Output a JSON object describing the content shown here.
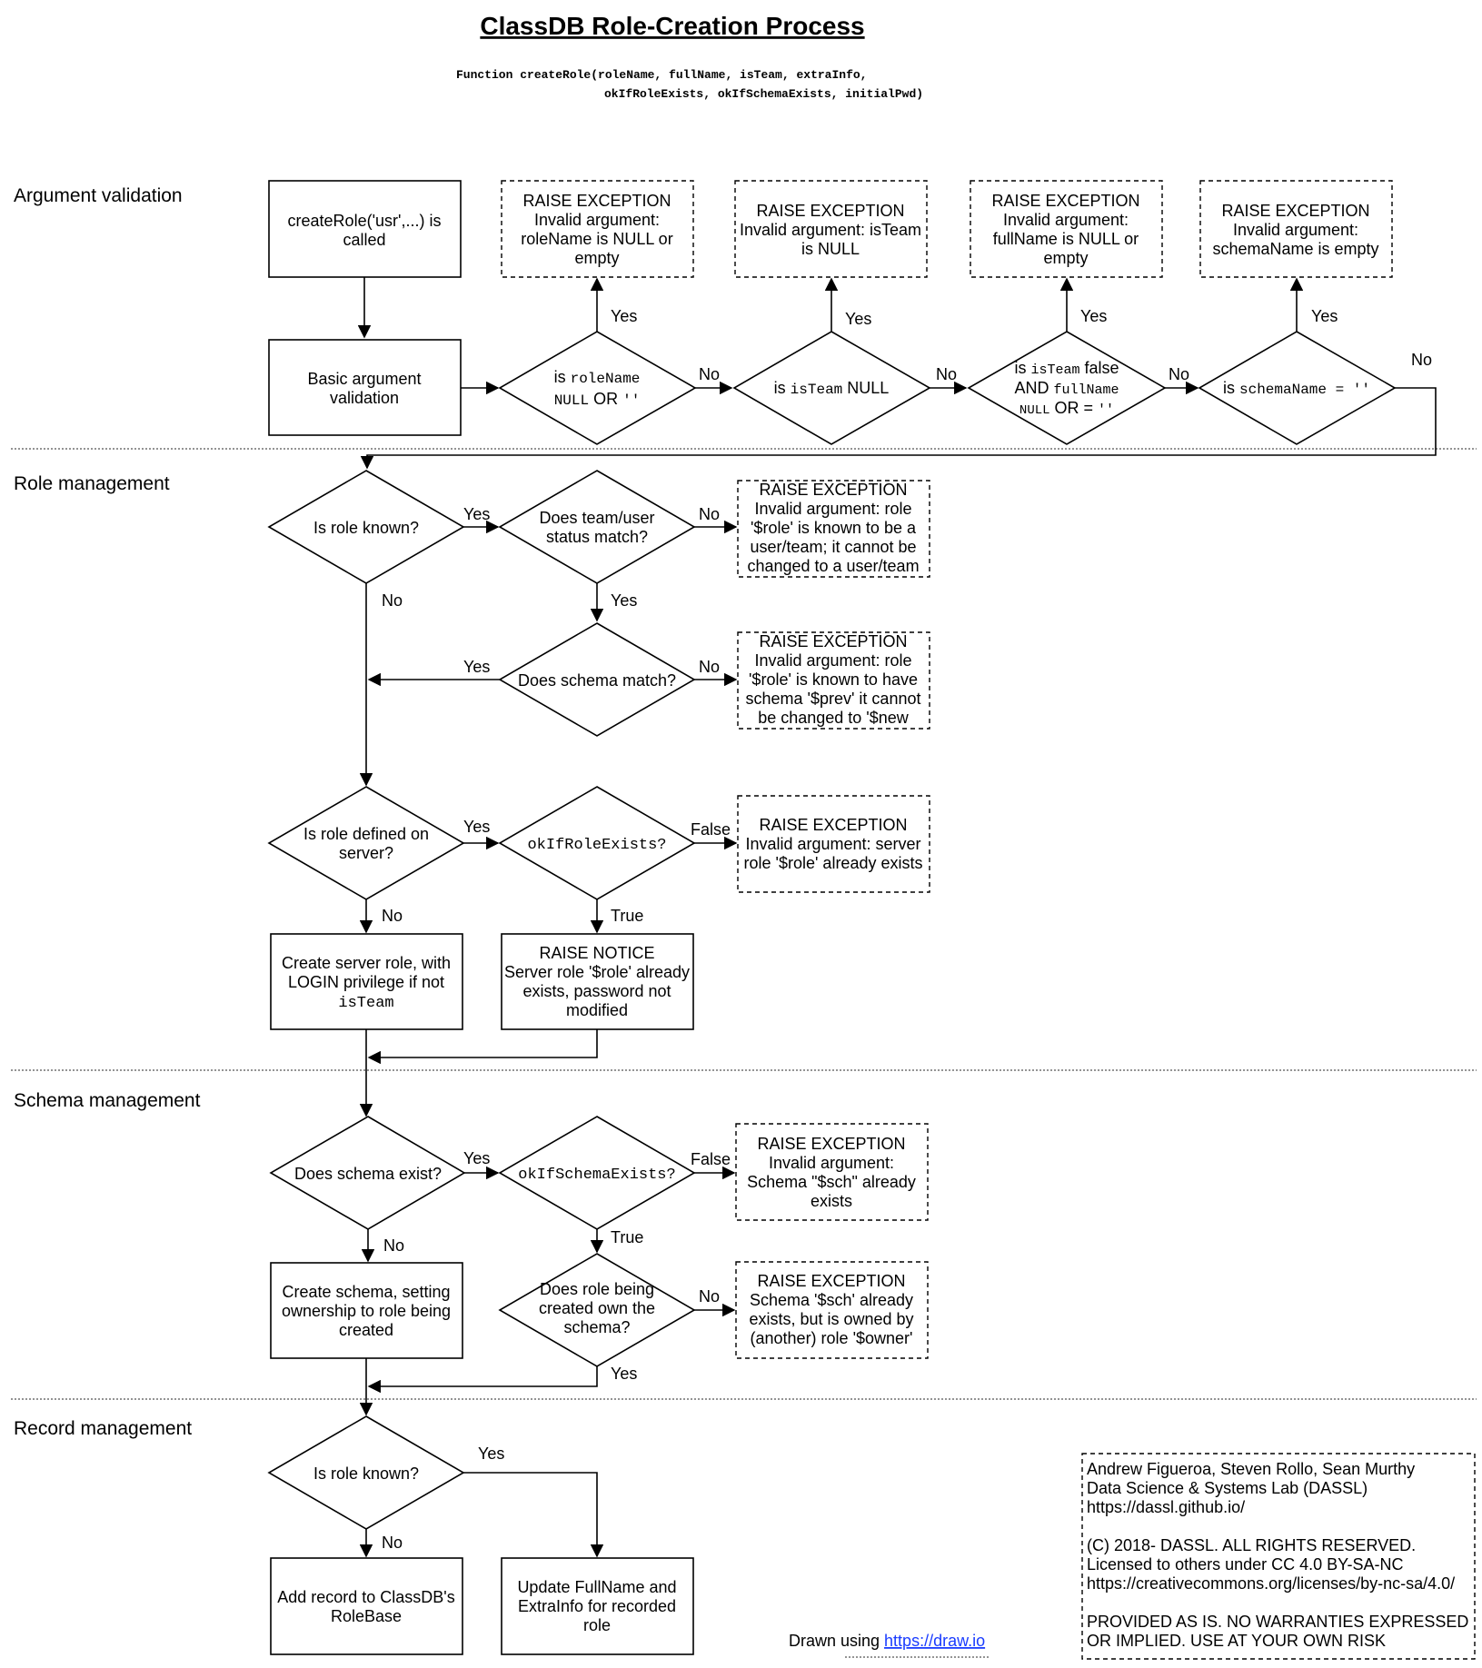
{
  "title": "ClassDB Role-Creation Process",
  "signature": [
    "Function createRole(roleName, fullName, isTeam, extraInfo,",
    "okIfRoleExists, okIfSchemaExists, initialPwd)"
  ],
  "sections": {
    "argument": "Argument validation",
    "role": "Role management",
    "schema": "Schema management",
    "record": "Record management"
  },
  "nodes": {
    "start": [
      "createRole('usr',...) is",
      "called"
    ],
    "basic": [
      "Basic argument",
      "validation"
    ],
    "d1": {
      "a": "is ",
      "b": "roleName",
      "c": "NULL",
      "d": " OR ",
      "e": "''"
    },
    "d2": {
      "a": "is ",
      "b": "isTeam",
      "c": " NULL"
    },
    "d3": {
      "a": "is ",
      "b": "isTeam",
      "c": " false",
      "d": "AND ",
      "e": "fullName",
      "f": "NULL",
      "g": " OR = ",
      "h": "''"
    },
    "d4": {
      "a": "is ",
      "b": "schemaName = ''"
    },
    "e1": [
      "RAISE EXCEPTION",
      "Invalid argument:",
      "roleName is NULL or",
      "empty"
    ],
    "e2": [
      "RAISE EXCEPTION",
      "Invalid argument: isTeam",
      "is NULL"
    ],
    "e3": [
      "RAISE EXCEPTION",
      "Invalid argument:",
      "fullName is NULL or",
      "empty"
    ],
    "e4": [
      "RAISE EXCEPTION",
      "Invalid argument:",
      "schemaName is empty"
    ],
    "rk": "Is role known?",
    "tm": [
      "Does team/user",
      "status match?"
    ],
    "e5": [
      "RAISE EXCEPTION",
      "Invalid argument: role",
      "'$role' is known to be a",
      "user/team; it cannot be",
      "changed to a user/team"
    ],
    "sm": "Does schema match?",
    "e6": [
      "RAISE EXCEPTION",
      "Invalid argument: role",
      "'$role' is known to have",
      "schema '$prev' it cannot",
      "be changed to '$new"
    ],
    "rd": [
      "Is role defined on",
      "server?"
    ],
    "ore": "okIfRoleExists?",
    "e7": [
      "RAISE EXCEPTION",
      "Invalid argument: server",
      "role '$role' already exists"
    ],
    "csr": {
      "l1": "Create server role, with",
      "l2": "LOGIN privilege if not",
      "l3": "isTeam"
    },
    "rn": [
      "RAISE NOTICE",
      "Server role '$role' already",
      "exists, password not",
      "modified"
    ],
    "se": "Does schema exist?",
    "ose": "okIfSchemaExists?",
    "e8": [
      "RAISE EXCEPTION",
      "Invalid argument:",
      "Schema \"$sch\" already",
      "exists"
    ],
    "cs": [
      "Create schema, setting",
      "ownership to role being",
      "created"
    ],
    "ro": [
      "Does role being",
      "created own the",
      "schema?"
    ],
    "e9": [
      "RAISE EXCEPTION",
      "Schema '$sch' already",
      "exists, but is owned by",
      "(another) role '$owner'"
    ],
    "rk2": "Is role known?",
    "ar": [
      "Add record to ClassDB's",
      "RoleBase"
    ],
    "uf": [
      "Update FullName and",
      "ExtraInfo for recorded",
      "role"
    ]
  },
  "labels": {
    "yes": "Yes",
    "no": "No",
    "true": "True",
    "false": "False"
  },
  "credits": [
    "Andrew Figueroa, Steven Rollo, Sean Murthy",
    "Data Science & Systems Lab (DASSL)",
    "https://dassl.github.io/",
    "",
    "(C) 2018- DASSL. ALL RIGHTS RESERVED.",
    "Licensed to others under CC 4.0 BY-SA-NC",
    "https://creativecommons.org/licenses/by-nc-sa/4.0/",
    "",
    "PROVIDED AS IS. NO WARRANTIES EXPRESSED",
    "OR IMPLIED. USE AT YOUR OWN RISK"
  ],
  "footer": {
    "drawn": "Drawn using ",
    "link": "https://draw.io"
  }
}
